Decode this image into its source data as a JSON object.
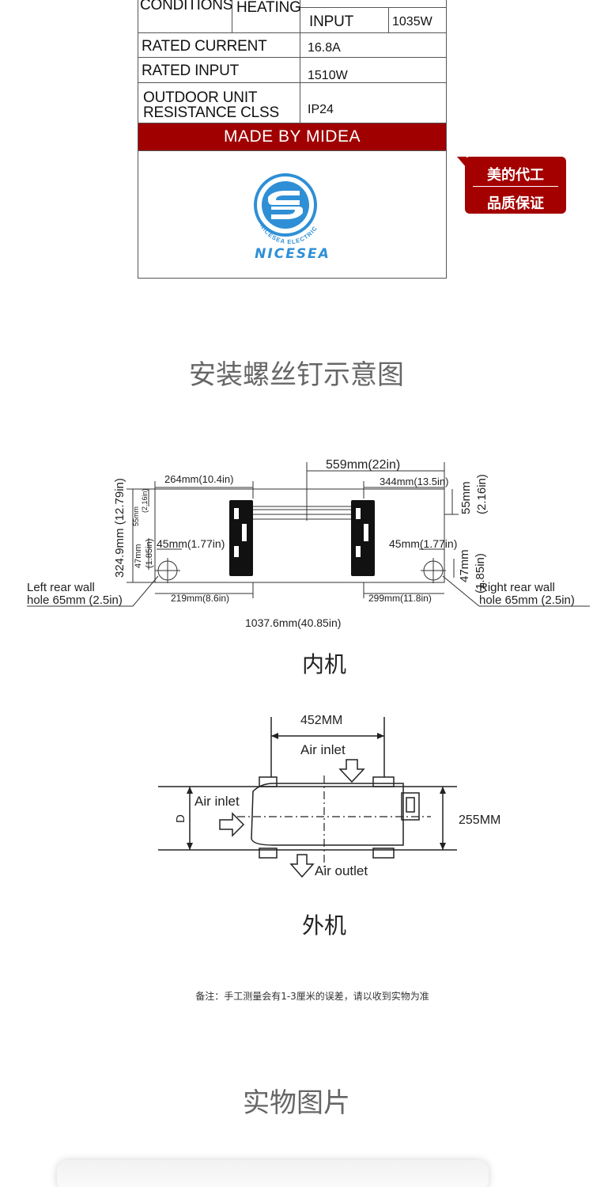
{
  "spec_table": {
    "conditions_label": "CONDITIONS",
    "heating_label": "HEATING",
    "input_label": "INPUT",
    "input_value": "1035W",
    "rated_current_label": "RATED CURRENT",
    "rated_current_value": "16.8A",
    "rated_input_label": "RATED INPUT",
    "rated_input_value": "1510W",
    "outdoor_label_line1": "OUTDOOR UNIT",
    "outdoor_label_line2": "RESISTANCE CLSS",
    "outdoor_value": "IP24",
    "made_by": "MADE BY MIDEA",
    "brand_name": "NICESEA",
    "brand_ring_text": "NICESEA ELECTRIC",
    "brand_color": "#2e8fd6"
  },
  "badge": {
    "line1": "美的代工",
    "line2": "品质保证",
    "color": "#a40000"
  },
  "install_section": {
    "title": "安装螺丝钉示意图"
  },
  "indoor_diagram": {
    "dim_total_width": "559mm(22in)",
    "dim_left_span": "264mm(10.4in)",
    "dim_right_span": "344mm(13.5in)",
    "dim_right_top_vertical": "55mm",
    "dim_right_top_vertical_in": "(2.16in)",
    "dim_left_height": "324.9mm (12.79in)",
    "dim_left_top_small": "55mm",
    "dim_left_top_small_in": "(2.16in)",
    "dim_left_mid_small": "47mm",
    "dim_left_mid_small_in": "(1.85in)",
    "dim_left_offset": "45mm(1.77in)",
    "dim_right_offset": "45mm(1.77in)",
    "dim_right_small": "47mm",
    "dim_right_small_in": "(1.85in)",
    "left_hole_line1": "Left rear wall",
    "left_hole_line2": "hole 65mm (2.5in)",
    "right_hole_line1": "Right rear wall",
    "right_hole_line2": "hole 65mm (2.5in)",
    "dim_bottom_left": "219mm(8.6in)",
    "dim_bottom_right": "299mm(11.8in)",
    "dim_overall": "1037.6mm(40.85in)",
    "caption": "内机"
  },
  "outdoor_diagram": {
    "dim_width": "452MM",
    "air_inlet_top": "Air inlet",
    "air_inlet_side": "Air inlet",
    "air_outlet": "Air outlet",
    "dim_height": "255MM",
    "dim_d": "D",
    "caption": "外机"
  },
  "note": "备注：手工测量会有1-3厘米的误差，请以收到实物为准",
  "photo_section": {
    "title": "实物图片"
  }
}
